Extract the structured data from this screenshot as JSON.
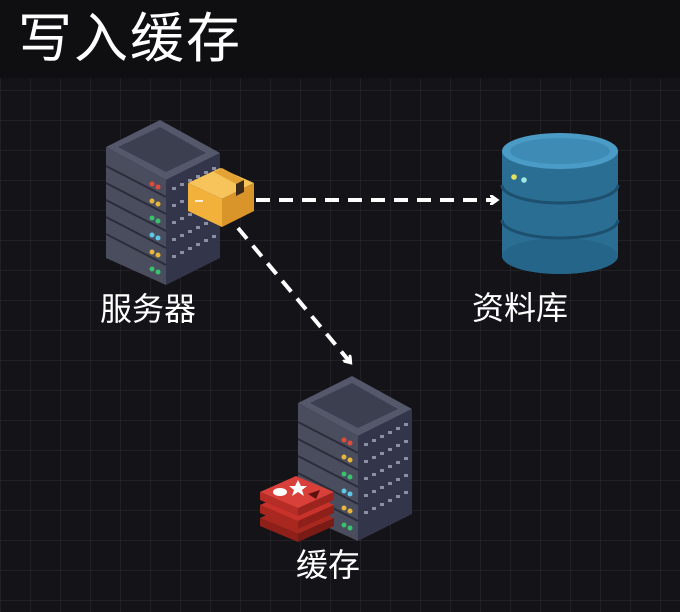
{
  "title": "写入缓存",
  "nodes": {
    "server": {
      "label": "服务器",
      "icon": "server-rack-icon"
    },
    "database": {
      "label": "资料库",
      "icon": "database-cylinder-icon"
    },
    "cache": {
      "label": "缓存",
      "icon": "redis-cache-server-icon"
    }
  },
  "edges": [
    {
      "from": "server",
      "to": "database",
      "style": "dashed-arrow"
    },
    {
      "from": "server",
      "to": "cache",
      "style": "dashed-arrow"
    }
  ],
  "colors": {
    "background": "#141318",
    "server_body": "#4a4d5e",
    "server_side": "#33354a",
    "package": "#f2b13a",
    "database": "#2f7fa6",
    "redis": "#c8322b",
    "arrow": "#ffffff"
  }
}
